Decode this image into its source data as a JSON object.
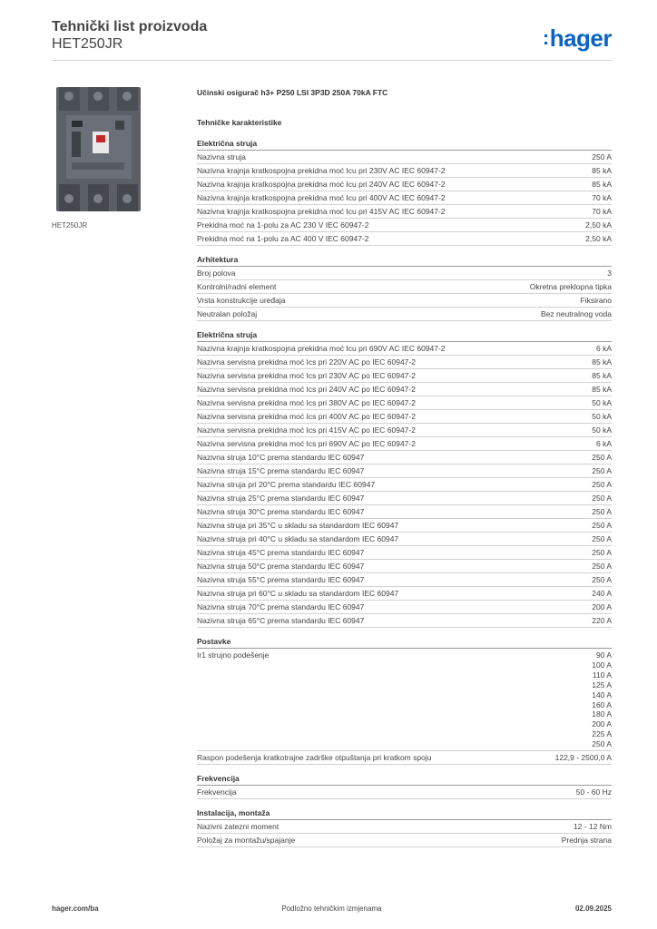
{
  "header": {
    "title": "Tehnički list proizvoda",
    "code": "HET250JR",
    "logo": "hager"
  },
  "product": {
    "caption": "HET250JR",
    "name": "Učinski osigurač h3+ P250 LSI 3P3D 250A 70kA FTC",
    "heading": "Tehničke karakteristike"
  },
  "sections": [
    {
      "title": "Električna struja",
      "rows": [
        {
          "label": "Nazivna struja",
          "value": "250 A"
        },
        {
          "label": "Nazivna krajnja kratkospojna prekidna moć Icu pri 230V AC IEC 60947-2",
          "value": "85 kA"
        },
        {
          "label": "Nazivna krajnja kratkospojna prekidna moć Icu pri 240V AC IEC 60947-2",
          "value": "85 kA"
        },
        {
          "label": "Nazivna krajnja kratkospojna prekidna moć Icu pri 400V AC IEC 60947-2",
          "value": "70 kA"
        },
        {
          "label": "Nazivna krajnja kratkospojna prekidna moć Icu pri 415V AC IEC 60947-2",
          "value": "70 kA"
        },
        {
          "label": "Prekidna moć na 1-polu za AC 230 V IEC 60947-2",
          "value": "2,50 kA"
        },
        {
          "label": "Prekidna moć na 1-polu za AC 400 V IEC 60947-2",
          "value": "2,50 kA"
        }
      ]
    },
    {
      "title": "Arhitektura",
      "rows": [
        {
          "label": "Broj polova",
          "value": "3"
        },
        {
          "label": "Kontrolni/radni element",
          "value": "Okretna preklopna tipka"
        },
        {
          "label": "Vrsta konstrukcije uređaja",
          "value": "Fiksirano"
        },
        {
          "label": "Neutralan položaj",
          "value": "Bez neutralnog voda"
        }
      ]
    },
    {
      "title": "Električna struja",
      "rows": [
        {
          "label": "Nazivna krajnja kratkospojna prekidna moć Icu pri 690V AC IEC 60947-2",
          "value": "6 kA"
        },
        {
          "label": "Nazivna servisna prekidna moć Ics pri 220V AC po IEC 60947-2",
          "value": "85 kA"
        },
        {
          "label": "Nazivna servisna prekidna moć Ics pri 230V AC po IEC 60947-2",
          "value": "85 kA"
        },
        {
          "label": "Nazivna servisna prekidna moć Ics pri 240V AC po IEC 60947-2",
          "value": "85 kA"
        },
        {
          "label": "Nazivna servisna prekidna moć Ics pri 380V AC po IEC 60947-2",
          "value": "50 kA"
        },
        {
          "label": "Nazivna servisna prekidna moć Ics pri 400V AC po IEC 60947-2",
          "value": "50 kA"
        },
        {
          "label": "Nazivna servisna prekidna moć Ics pri 415V AC po IEC 60947-2",
          "value": "50 kA"
        },
        {
          "label": "Nazivna servisna prekidna moć Ics pri 690V AC po IEC 60947-2",
          "value": "6 kA"
        },
        {
          "label": "Nazivna struja 10°C prema standardu IEC 60947",
          "value": "250 A"
        },
        {
          "label": "Nazivna struja 15°C prema standardu IEC 60947",
          "value": "250 A"
        },
        {
          "label": "Nazivna struja pri 20°C prema standardu IEC 60947",
          "value": "250 A"
        },
        {
          "label": "Nazivna struja 25°C prema standardu IEC 60947",
          "value": "250 A"
        },
        {
          "label": "Nazivna struja 30°C prema standardu IEC 60947",
          "value": "250 A"
        },
        {
          "label": "Nazivna struja pri 35°C u skladu sa standardom IEC 60947",
          "value": "250 A"
        },
        {
          "label": "Nazivna struja pri 40°C u skladu sa standardom IEC 60947",
          "value": "250 A"
        },
        {
          "label": "Nazivna struja 45°C prema standardu IEC 60947",
          "value": "250 A"
        },
        {
          "label": "Nazivna struja 50°C prema standardu IEC 60947",
          "value": "250 A"
        },
        {
          "label": "Nazivna struja 55°C prema standardu IEC 60947",
          "value": "250 A"
        },
        {
          "label": "Nazivna struja pri 60°C u skladu sa standardom IEC 60947",
          "value": "240 A"
        },
        {
          "label": "Nazivna struja 70°C prema standardu IEC 60947",
          "value": "200 A"
        },
        {
          "label": "Nazivna struja 65°C prema standardu IEC 60947",
          "value": "220 A"
        }
      ]
    },
    {
      "title": "Postavke",
      "rows": [
        {
          "label": "Ir1 strujno podešenje",
          "values": [
            "90 A",
            "100 A",
            "110 A",
            "125 A",
            "140 A",
            "160 A",
            "180 A",
            "200 A",
            "225 A",
            "250 A"
          ]
        },
        {
          "label": "Raspon podešenja kratkotrajne zadrške otpuštanja pri kratkom spoju",
          "value": "122,9 - 2500,0 A"
        }
      ]
    },
    {
      "title": "Frekvencija",
      "rows": [
        {
          "label": "Frekvencija",
          "value": "50 - 60 Hz"
        }
      ]
    },
    {
      "title": "Instalacija, montaža",
      "rows": [
        {
          "label": "Nazivni zatezni moment",
          "value": "12 - 12 Nm"
        },
        {
          "label": "Položaj za montažu/spajanje",
          "value": "Prednja strana"
        }
      ]
    }
  ],
  "footer": {
    "website": "hager.com/ba",
    "notice": "Podložno tehničkim izmjenama",
    "date": "02.09.2025"
  }
}
